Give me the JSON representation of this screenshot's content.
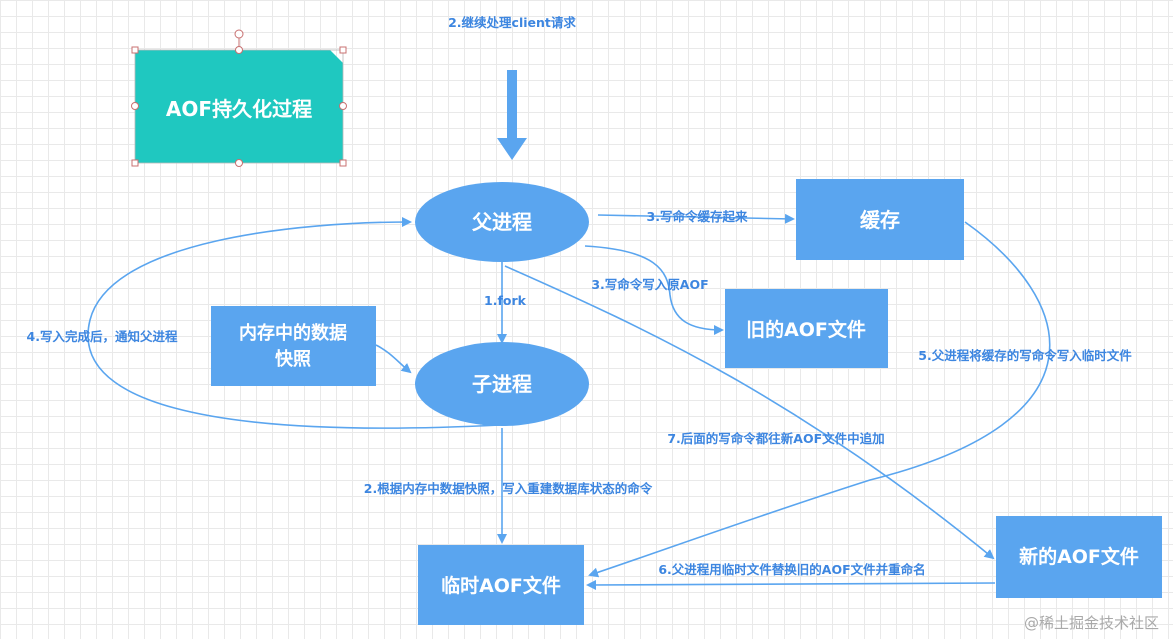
{
  "colors": {
    "node_fill": "#5aa5ef",
    "title_fill": "#1fc8c0",
    "edge": "#5aa5ef",
    "label_text": "#3d86e0",
    "watermark": "#a9a9a9"
  },
  "nodes": {
    "title": "AOF持久化过程",
    "parent": "父进程",
    "child": "子进程",
    "cache": "缓存",
    "old_aof": "旧的AOF文件",
    "snapshot_line1": "内存中的数据",
    "snapshot_line2": "快照",
    "temp_aof": "临时AOF文件",
    "new_aof": "新的AOF文件"
  },
  "edges": {
    "client": "2.继续处理client请求",
    "write_cache": "3.写命令缓存起来",
    "write_old": "3.写命令写入原AOF",
    "fork": "1.fork",
    "notify": "4.写入完成后，通知父进程",
    "cache_to_temp": "5.父进程将缓存的写命令写入临时文件",
    "append_new": "7.后面的写命令都往新AOF文件中追加",
    "write_temp": "2.根据内存中数据快照，写入重建数据库状态的命令",
    "replace": "6.父进程用临时文件替换旧的AOF文件并重命名"
  },
  "watermark": "@稀土掘金技术社区"
}
